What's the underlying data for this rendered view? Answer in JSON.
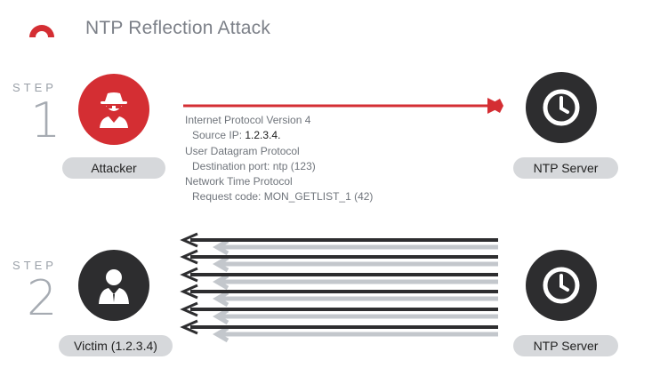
{
  "title": "NTP Reflection Attack",
  "colors": {
    "brand": "#d42e33",
    "dark": "#2d2d2f",
    "pill": "#d6d8db",
    "muted": "#9aa0a8"
  },
  "step1": {
    "word": "STEP",
    "number": "1",
    "attacker_label": "Attacker",
    "attacker_icon": "spy-icon",
    "server_label": "NTP Server",
    "server_icon": "clock-icon",
    "packet": {
      "ip_header": "Internet Protocol Version 4",
      "source_ip_label": "Source IP:",
      "source_ip_value": "1.2.3.4.",
      "udp_header": "User Datagram Protocol",
      "dest_port": "Destination port: ntp (123)",
      "ntp_header": "Network Time Protocol",
      "request_code": "Request code: MON_GETLIST_1 (42)"
    }
  },
  "step2": {
    "word": "STEP",
    "number": "2",
    "victim_label": "Victim (1.2.3.4)",
    "victim_icon": "user-icon",
    "server_label": "NTP Server",
    "server_icon": "clock-icon"
  }
}
